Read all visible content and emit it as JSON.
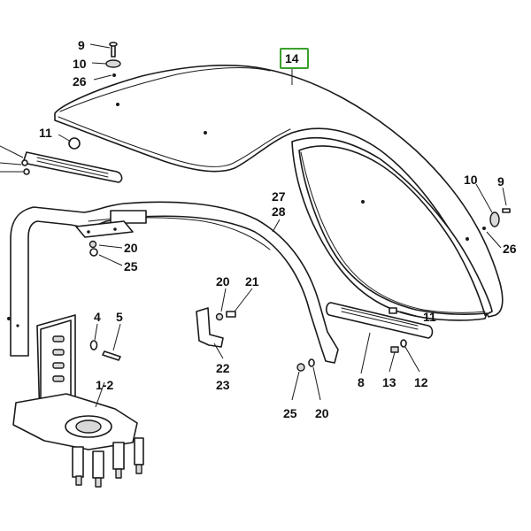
{
  "diagram": {
    "highlight_color": "#3aa02c",
    "labels": {
      "l9a": "9",
      "l10a": "10",
      "l26a": "26",
      "l14": "14",
      "l11a": "11",
      "l27": "27",
      "l28": "28",
      "l10b": "10",
      "l9b": "9",
      "l26b": "26",
      "l20a": "20",
      "l25a": "25",
      "l20b": "20",
      "l21": "21",
      "l4": "4",
      "l5": "5",
      "l12part": "1-2",
      "l22": "22",
      "l23": "23",
      "l11b": "11",
      "l8": "8",
      "l13": "13",
      "l12": "12",
      "l25b": "25",
      "l20c": "20"
    }
  }
}
